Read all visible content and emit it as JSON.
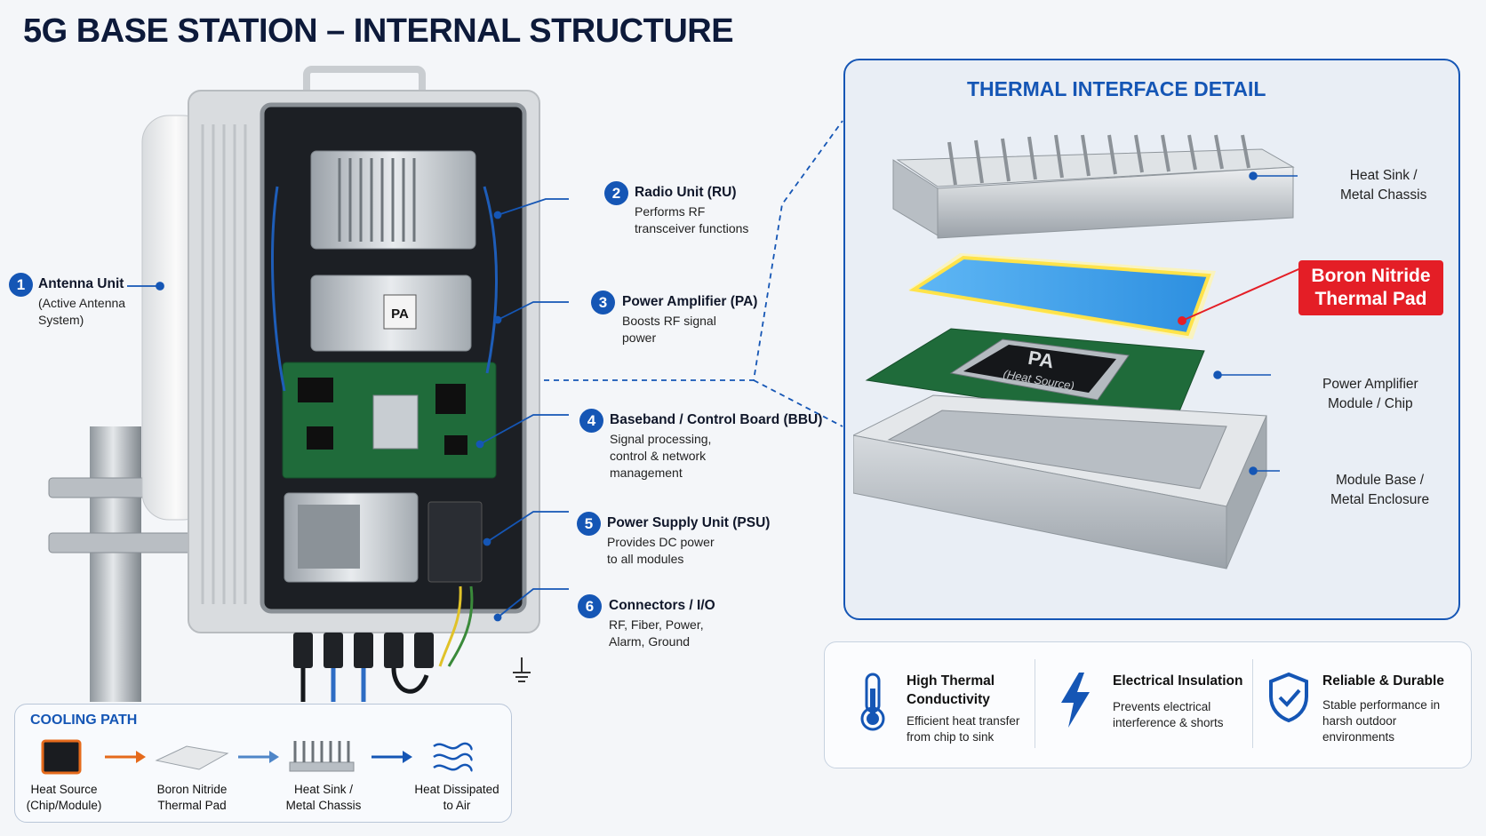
{
  "title": "5G BASE STATION – INTERNAL STRUCTURE",
  "callouts": [
    {
      "num": "1",
      "title": "Antenna Unit",
      "desc": [
        "(Active Antenna",
        "System)"
      ]
    },
    {
      "num": "2",
      "title": "Radio Unit (RU)",
      "desc": [
        "Performs RF",
        "transceiver functions"
      ]
    },
    {
      "num": "3",
      "title": "Power Amplifier (PA)",
      "desc": [
        "Boosts RF signal",
        "power"
      ]
    },
    {
      "num": "4",
      "title": "Baseband / Control Board (BBU)",
      "desc": [
        "Signal processing,",
        "control & network",
        "management"
      ]
    },
    {
      "num": "5",
      "title": "Power Supply Unit (PSU)",
      "desc": [
        "Provides DC power",
        "to all modules"
      ]
    },
    {
      "num": "6",
      "title": "Connectors / I/O",
      "desc": [
        "RF, Fiber, Power,",
        "Alarm, Ground"
      ]
    }
  ],
  "enclosure": {
    "pa_label": "PA"
  },
  "thermal": {
    "title": "THERMAL INTERFACE DETAIL",
    "chip_label": "PA",
    "chip_sub": "(Heat Source)",
    "labels": {
      "heatsink": [
        "Heat Sink /",
        "Metal Chassis"
      ],
      "pad": [
        "Boron Nitride",
        "Thermal Pad"
      ],
      "pa": [
        "Power Amplifier",
        "Module / Chip"
      ],
      "base": [
        "Module Base /",
        "Metal Enclosure"
      ]
    }
  },
  "features": [
    {
      "icon": "thermometer-icon",
      "title": [
        "High Thermal",
        "Conductivity"
      ],
      "desc": [
        "Efficient heat transfer",
        "from chip to sink"
      ]
    },
    {
      "icon": "lightning-icon",
      "title": [
        "Electrical Insulation"
      ],
      "desc": [
        "Prevents electrical",
        "interference & shorts"
      ]
    },
    {
      "icon": "shield-check-icon",
      "title": [
        "Reliable & Durable"
      ],
      "desc": [
        "Stable performance in",
        "harsh outdoor",
        "environments"
      ]
    }
  ],
  "cooling": {
    "title": "COOLING PATH",
    "steps": [
      {
        "label": [
          "Heat Source",
          "(Chip/Module)"
        ]
      },
      {
        "label": [
          "Boron Nitride",
          "Thermal Pad"
        ]
      },
      {
        "label": [
          "Heat Sink /",
          "Metal Chassis"
        ]
      },
      {
        "label": [
          "Heat Dissipated",
          "to Air"
        ]
      }
    ]
  },
  "colors": {
    "accent": "#1556b5",
    "highlight": "#e41e26",
    "pad": "#3aa6f0",
    "pcb": "#1f6b3a"
  }
}
